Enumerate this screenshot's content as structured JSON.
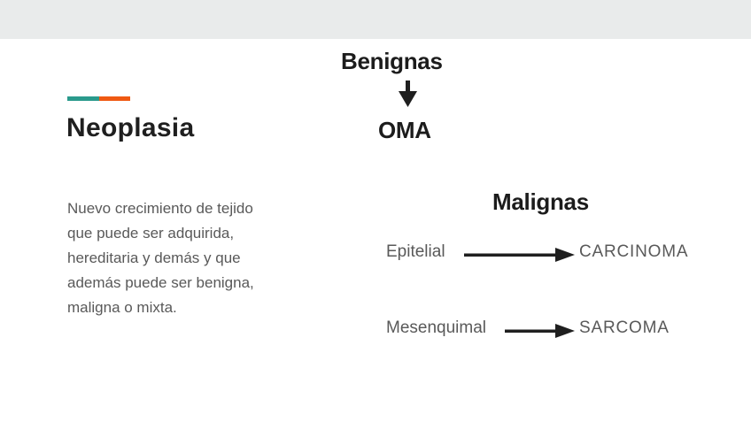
{
  "slide": {
    "title": "Neoplasia",
    "description": "Nuevo crecimiento de tejido\nque puede ser adquirida,\nhereditaria y demás y que\nademás puede ser benigna,\nmaligna o mixta.",
    "benign": {
      "heading": "Benignas",
      "suffix": "OMA"
    },
    "malign": {
      "heading": "Malignas",
      "rows": [
        {
          "origin": "Epitelial",
          "result": "CARCINOMA"
        },
        {
          "origin": "Mesenquimal",
          "result": "SARCOMA"
        }
      ]
    }
  },
  "colors": {
    "top_bar": "#e9ebeb",
    "accent_teal": "#2a9a8c",
    "accent_orange": "#ef5912",
    "heading_text": "#1c1c1c",
    "body_text": "#595959",
    "arrow": "#1f1f1f"
  }
}
